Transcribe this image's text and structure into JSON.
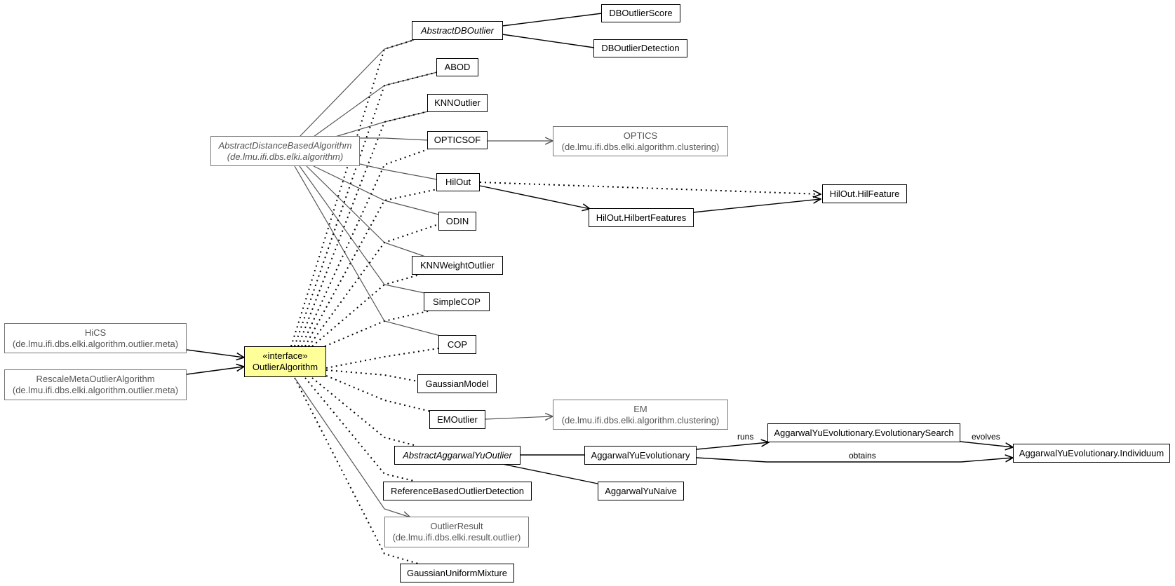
{
  "nodes": {
    "abstract_dboutlier": "AbstractDBOutlier",
    "dboutlier_score": "DBOutlierScore",
    "dboutlier_detection": "DBOutlierDetection",
    "abod": "ABOD",
    "knnoutlier": "KNNOutlier",
    "opticsof": "OPTICSOF",
    "optics": {
      "line1": "OPTICS",
      "line2": "(de.lmu.ifi.dbs.elki.algorithm.clustering)"
    },
    "abstract_distance": {
      "line1": "AbstractDistanceBasedAlgorithm",
      "line2": "(de.lmu.ifi.dbs.elki.algorithm)"
    },
    "hilout": "HilOut",
    "hilout_hilfeature": "HilOut.HilFeature",
    "hilout_hilbertfeatures": "HilOut.HilbertFeatures",
    "odin": "ODIN",
    "knnweightoutlier": "KNNWeightOutlier",
    "simplecop": "SimpleCOP",
    "hics": {
      "line1": "HiCS",
      "line2": "(de.lmu.ifi.dbs.elki.algorithm.outlier.meta)"
    },
    "rescale_meta": {
      "line1": "RescaleMetaOutlierAlgorithm",
      "line2": "(de.lmu.ifi.dbs.elki.algorithm.outlier.meta)"
    },
    "outlier_algorithm": {
      "stereotype": "«interface»",
      "name": "OutlierAlgorithm"
    },
    "cop": "COP",
    "gaussian_model": "GaussianModel",
    "emoutlier": "EMOutlier",
    "em": {
      "line1": "EM",
      "line2": "(de.lmu.ifi.dbs.elki.algorithm.clustering)"
    },
    "abstract_aggarwal": "AbstractAggarwalYuOutlier",
    "aggarwal_evolutionary": "AggarwalYuEvolutionary",
    "evolutionary_search": "AggarwalYuEvolutionary.EvolutionarySearch",
    "individuum": "AggarwalYuEvolutionary.Individuum",
    "aggarwal_naive": "AggarwalYuNaive",
    "reference_based": "ReferenceBasedOutlierDetection",
    "outlier_result": {
      "line1": "OutlierResult",
      "line2": "(de.lmu.ifi.dbs.elki.result.outlier)"
    },
    "gaussian_uniform": "GaussianUniformMixture"
  },
  "edge_labels": {
    "runs": "runs",
    "evolves": "evolves",
    "obtains": "obtains"
  },
  "colors": {
    "interface_fill": "#ffff99",
    "external_border": "#777777",
    "edge": "#000000",
    "external_edge": "#555555"
  }
}
